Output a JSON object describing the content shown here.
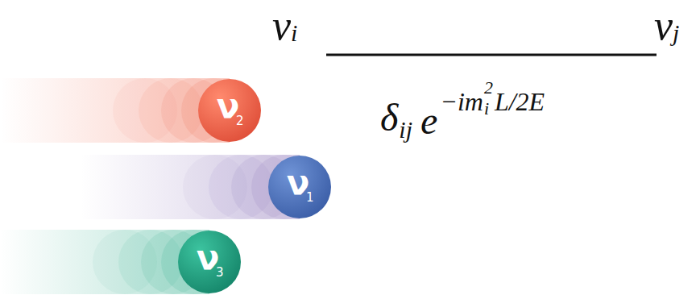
{
  "diagram": {
    "nodes": [
      {
        "text": [
          "ν",
          "2"
        ]
      },
      {
        "text": [
          "ν",
          "1"
        ]
      },
      {
        "text": [
          "ν",
          "3"
        ]
      }
    ],
    "labels": [
      "ν",
      "i",
      "ν",
      "j",
      "δ",
      "ij",
      "e",
      "−im",
      "2",
      "i",
      "L/2E"
    ]
  }
}
